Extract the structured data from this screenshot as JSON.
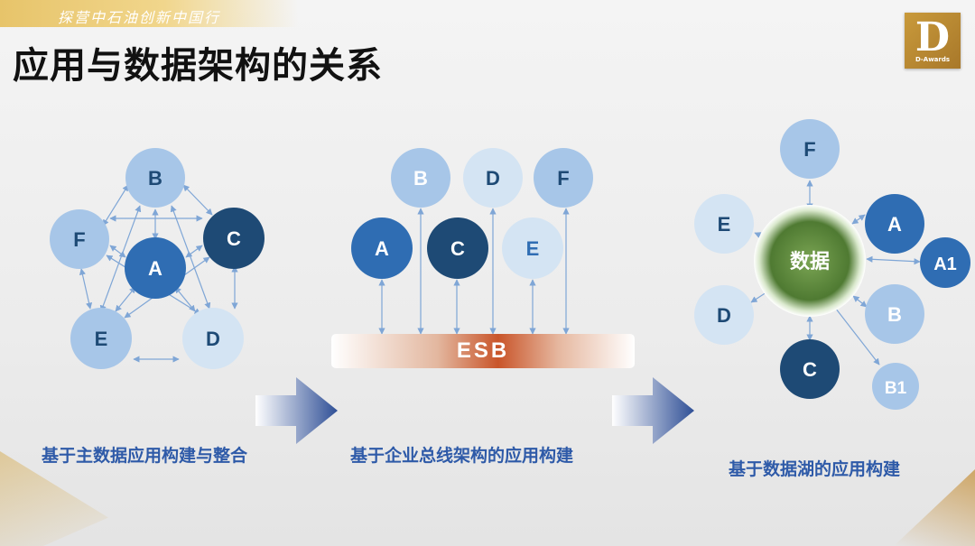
{
  "header": {
    "banner": "探营中石油创新中国行",
    "title": "应用与数据架构的关系",
    "logo": "D",
    "logo_caption": "D-Awards"
  },
  "panels": {
    "left": {
      "caption": "基于主数据应用构建与整合",
      "nodes": [
        "B",
        "F",
        "A",
        "C",
        "E",
        "D"
      ]
    },
    "middle": {
      "caption": "基于企业总线架构的应用构建",
      "bus_label": "ESB",
      "nodes": [
        "B",
        "D",
        "F",
        "A",
        "C",
        "E"
      ]
    },
    "right": {
      "caption": "基于数据湖的应用构建",
      "hub_label": "数据",
      "nodes": [
        "F",
        "E",
        "A",
        "A1",
        "D",
        "B",
        "C",
        "B1"
      ]
    }
  },
  "colors": {
    "light": "#a7c6e8",
    "pale": "#d4e4f3",
    "mid": "#2f6db3",
    "dark": "#1e4a75",
    "hub": "#5f8a3f",
    "caption": "#2e5aa8",
    "arrow_line": "#7fa6d6"
  }
}
